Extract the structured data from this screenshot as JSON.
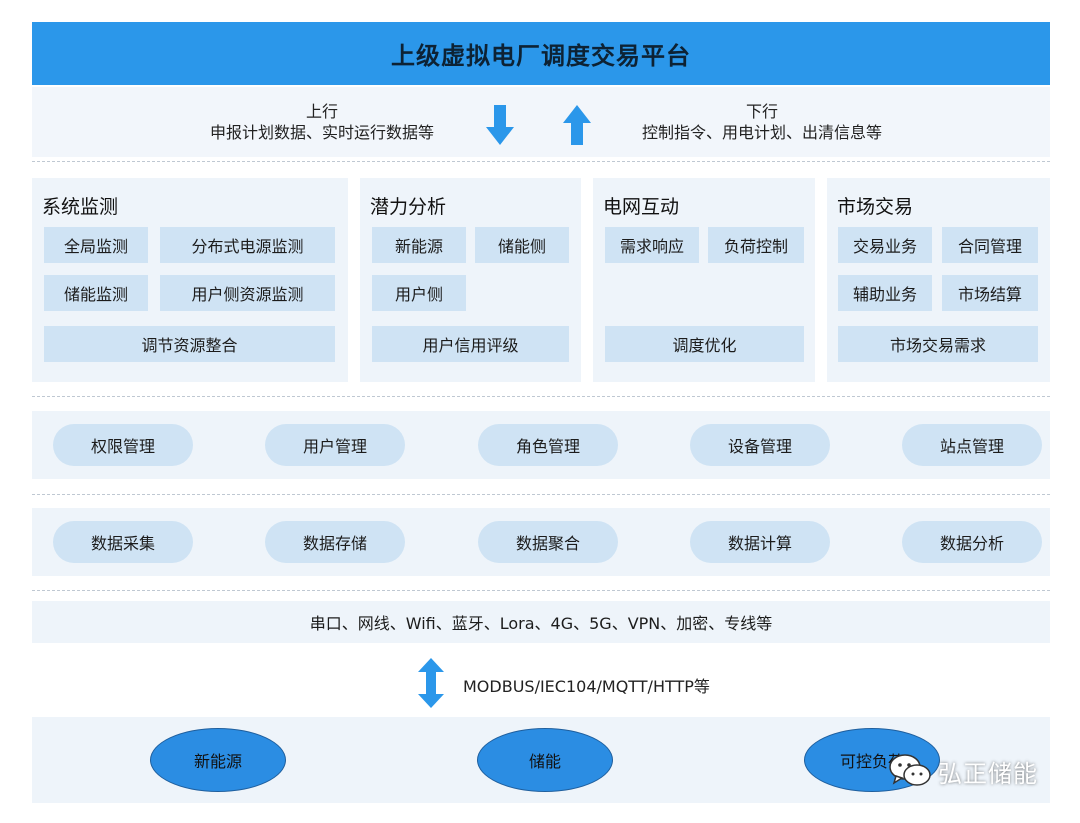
{
  "header": {
    "title": "上级虚拟电厂调度交易平台"
  },
  "flow": {
    "up": {
      "label": "上行",
      "detail": "申报计划数据、实时运行数据等"
    },
    "down": {
      "label": "下行",
      "detail": "控制指令、用电计划、出清信息等"
    },
    "colors": {
      "arrow": "#2b97ea"
    }
  },
  "modules": {
    "system_monitoring": {
      "title": "系统监测",
      "items": [
        "全局监测",
        "分布式电源监测",
        "储能监测",
        "用户侧资源监测",
        "调节资源整合"
      ]
    },
    "potential_analysis": {
      "title": "潜力分析",
      "items": [
        "新能源",
        "储能侧",
        "用户侧",
        "用户信用评级"
      ]
    },
    "grid_interaction": {
      "title": "电网互动",
      "items": [
        "需求响应",
        "负荷控制",
        "调度优化"
      ]
    },
    "market_trading": {
      "title": "市场交易",
      "items": [
        "交易业务",
        "合同管理",
        "辅助业务",
        "市场结算",
        "市场交易需求"
      ]
    }
  },
  "management_row": [
    "权限管理",
    "用户管理",
    "角色管理",
    "设备管理",
    "站点管理"
  ],
  "data_row": [
    "数据采集",
    "数据存储",
    "数据聚合",
    "数据计算",
    "数据分析"
  ],
  "communication": {
    "text": "串口、网线、Wifi、蓝牙、Lora、4G、5G、VPN、加密、专线等"
  },
  "protocol": {
    "text": "MODBUS/IEC104/MQTT/HTTP等"
  },
  "resources": [
    "新能源",
    "储能",
    "可控负荷"
  ],
  "watermark": {
    "text": "弘正储能",
    "icon": "wechat-icon"
  },
  "colors": {
    "header_bg": "#2b97ea",
    "panel_bg": "#eef4fa",
    "cell_bg": "#cfe3f4",
    "ellipse_bg": "#2b8de3"
  }
}
